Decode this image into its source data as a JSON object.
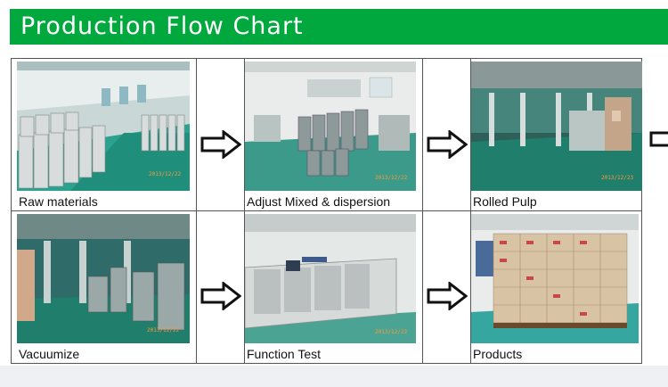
{
  "header": {
    "title": "Production Flow Chart",
    "background": "#00a83e",
    "text_color": "#ffffff"
  },
  "steps": [
    {
      "label": "Raw materials",
      "photo_date": "2013/12/22"
    },
    {
      "label": "Adjust Mixed & dispersion",
      "photo_date": "2013/12/22"
    },
    {
      "label": "Rolled Pulp",
      "photo_date": "2013/12/23"
    },
    {
      "label": "Vacuumize",
      "photo_date": "2013/12/22"
    },
    {
      "label": "Function Test",
      "photo_date": "2013/12/22"
    },
    {
      "label": "Products",
      "photo_date": ""
    }
  ],
  "icons": {
    "flow_arrow": "right-arrow-icon"
  }
}
